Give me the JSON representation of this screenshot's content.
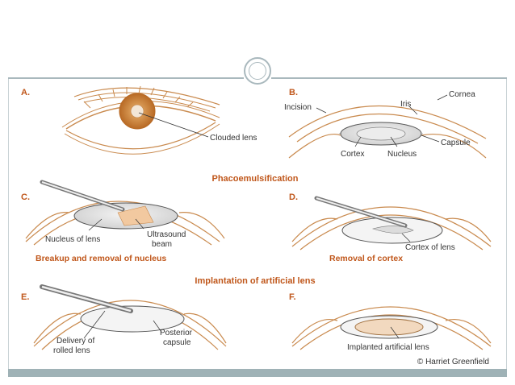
{
  "panels": {
    "a": {
      "letter": "A.",
      "label_clouded_lens": "Clouded lens"
    },
    "b": {
      "letter": "B.",
      "label_cornea": "Cornea",
      "label_incision": "Incision",
      "label_iris": "Iris",
      "label_capsule": "Capsule",
      "label_cortex": "Cortex",
      "label_nucleus": "Nucleus"
    },
    "c": {
      "letter": "C.",
      "label_nucleus": "Nucleus of lens",
      "label_ultrasound_1": "Ultrasound",
      "label_ultrasound_2": "beam",
      "caption": "Breakup and removal of nucleus"
    },
    "d": {
      "letter": "D.",
      "label_cortex": "Cortex of lens",
      "caption": "Removal of cortex"
    },
    "e": {
      "letter": "E.",
      "label_delivery_1": "Delivery of",
      "label_delivery_2": "rolled lens",
      "label_posterior_1": "Posterior",
      "label_posterior_2": "capsule"
    },
    "f": {
      "letter": "F.",
      "label_implanted": "Implanted artificial lens"
    }
  },
  "headings": {
    "phaco": "Phacoemulsification",
    "implantation": "Implantation of artificial lens"
  },
  "credit": "© Harriet Greenfield",
  "colors": {
    "eye_line": "#c98a4e",
    "heading": "#c0571b",
    "text": "#333333",
    "lens_fill": "#e6e6e6",
    "iris_fill": "#c8762e",
    "band": "#9fb2b6"
  }
}
